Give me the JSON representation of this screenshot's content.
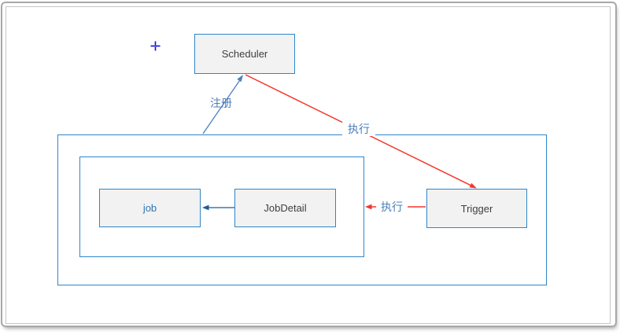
{
  "diagram": {
    "nodes": {
      "scheduler": {
        "label": "Scheduler"
      },
      "job": {
        "label": "job"
      },
      "jobdetail": {
        "label": "JobDetail"
      },
      "trigger": {
        "label": "Trigger"
      }
    },
    "connectors": {
      "register": {
        "label": "注册",
        "color": "#4f81bd",
        "from": "job-group",
        "to": "scheduler"
      },
      "execute_scheduler_trigger": {
        "label": "执行",
        "color": "#f5352b",
        "from": "scheduler",
        "to": "trigger"
      },
      "jobdetail_to_job": {
        "label": "",
        "color": "#1f5c99",
        "from": "jobdetail",
        "to": "job"
      },
      "execute_trigger_group": {
        "label": "执行",
        "color": "#f5352b",
        "from": "trigger",
        "to": "job-group"
      }
    },
    "colors": {
      "node_fill": "#f2f2f2",
      "node_border": "#2e86c9",
      "node_text": "#404040",
      "job_text": "#2e75b6",
      "label_text": "#4a7ebb",
      "frame_outer": "#a8a8a8",
      "frame_inner": "#c6c6c6",
      "cursor": "#0b0bdd",
      "canvas_background": "#ffffff"
    }
  }
}
